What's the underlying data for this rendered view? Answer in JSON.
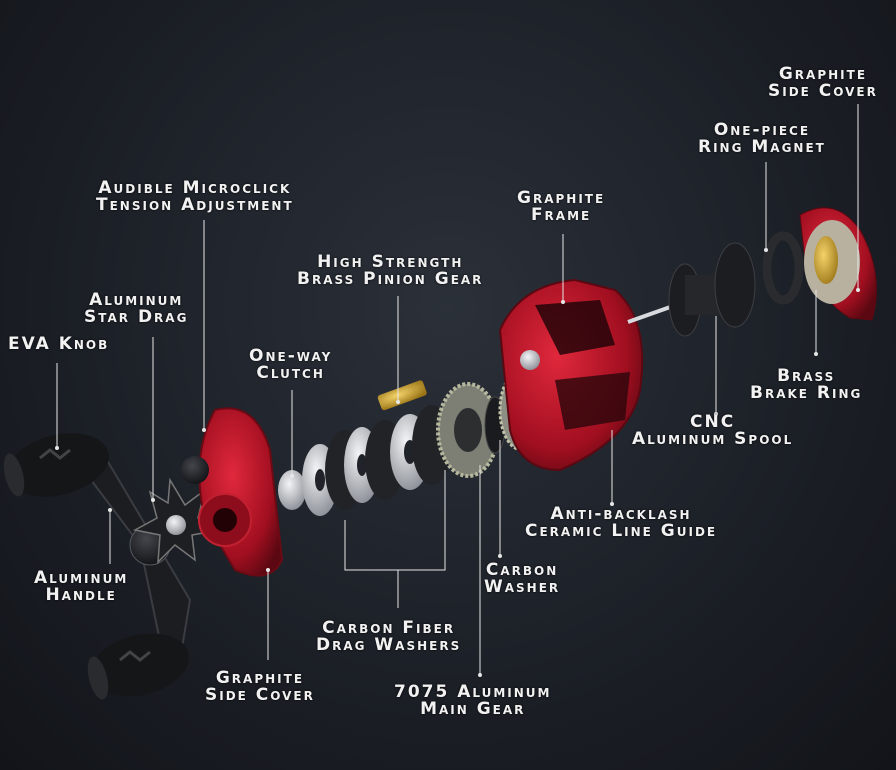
{
  "labels": {
    "graphite_side_cover_right": [
      "Graphite",
      "Side Cover"
    ],
    "one_piece_ring_magnet": [
      "One-piece",
      "Ring Magnet"
    ],
    "graphite_frame": [
      "Graphite",
      "Frame"
    ],
    "audible_microclick": [
      "Audible Microclick",
      "Tension Adjustment"
    ],
    "high_strength_pinion": [
      "High Strength",
      "Brass Pinion Gear"
    ],
    "aluminum_star_drag": [
      "Aluminum",
      "Star Drag"
    ],
    "eva_knob": [
      "EVA Knob"
    ],
    "one_way_clutch": [
      "One-way",
      "Clutch"
    ],
    "brass_brake_ring": [
      "Brass",
      "Brake Ring"
    ],
    "cnc_aluminum_spool": [
      "CNC",
      "Aluminum Spool"
    ],
    "anti_backlash_guide": [
      "Anti-backlash",
      "Ceramic Line Guide"
    ],
    "carbon_washer": [
      "Carbon",
      "Washer"
    ],
    "aluminum_handle": [
      "Aluminum",
      "Handle"
    ],
    "carbon_fiber_drag_washers": [
      "Carbon Fiber",
      "Drag Washers"
    ],
    "graphite_side_cover_left": [
      "Graphite",
      "Side Cover"
    ],
    "aluminum_main_gear": [
      "7075 Aluminum",
      "Main Gear"
    ]
  },
  "colors": {
    "accent_red": "#c0142a",
    "dark_part": "#1e1f22",
    "gold": "#d4a52a",
    "silver": "#c9ccd1",
    "label_text": "#f2f2f2"
  }
}
